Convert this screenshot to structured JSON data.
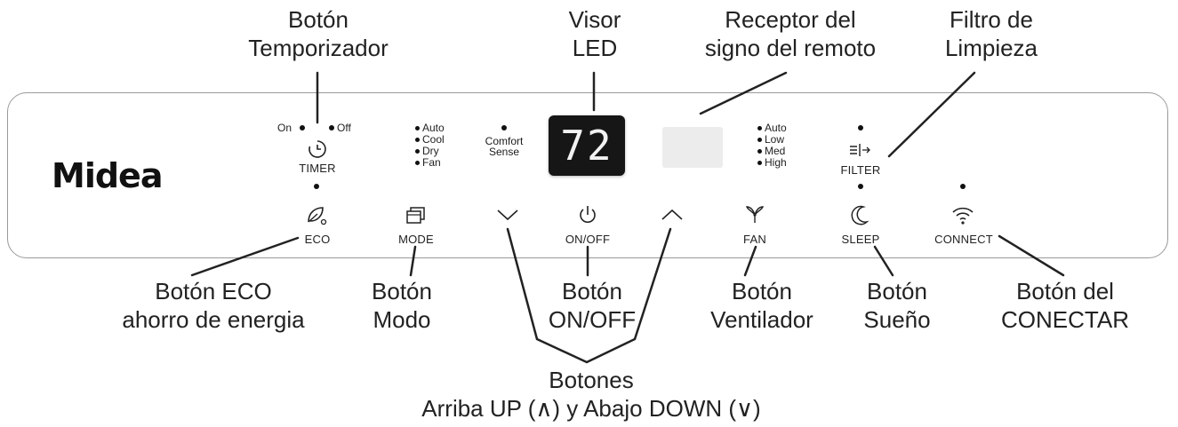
{
  "brand": "Midea",
  "display": {
    "value": "72"
  },
  "callouts": {
    "timer": [
      "Botón",
      "Temporizador"
    ],
    "led": [
      "Visor",
      "LED"
    ],
    "receiver": [
      "Receptor del",
      "signo del remoto"
    ],
    "filter": [
      "Filtro de",
      "Limpieza"
    ],
    "eco": [
      "Botón ECO",
      "ahorro de energia"
    ],
    "mode": [
      "Botón",
      "Modo"
    ],
    "onoff": [
      "Botón",
      "ON/OFF"
    ],
    "fan": [
      "Botón",
      "Ventilador"
    ],
    "sleep": [
      "Botón",
      "Sueño"
    ],
    "connect": [
      "Botón del",
      "CONECTAR"
    ],
    "updown": [
      "Botones",
      "Arriba UP (∧) y Abajo DOWN (∨)"
    ]
  },
  "panel": {
    "timer": {
      "on": "On",
      "off": "Off",
      "label": "TIMER"
    },
    "mode_options": [
      "Auto",
      "Cool",
      "Dry",
      "Fan"
    ],
    "comfort": [
      "Comfort",
      "Sense"
    ],
    "fan_options": [
      "Auto",
      "Low",
      "Med",
      "High"
    ],
    "buttons": {
      "eco": "ECO",
      "mode": "MODE",
      "onoff": "ON/OFF",
      "fan": "FAN",
      "sleep": "SLEEP",
      "connect": "CONNECT",
      "filter": "FILTER"
    }
  }
}
